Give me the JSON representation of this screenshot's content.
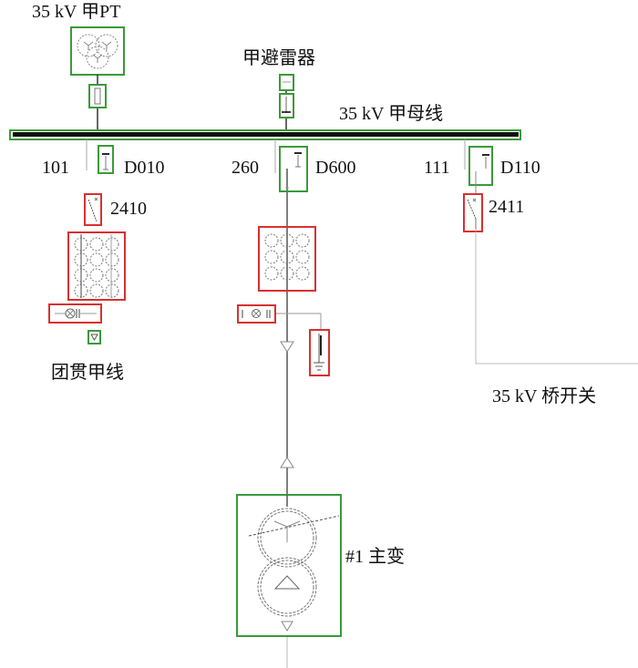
{
  "colors": {
    "in_service": "#3a9a3a",
    "out_of_service": "#d93030",
    "busbar": "#111111",
    "wire": "#555555",
    "wire_light": "#aaaaaa"
  },
  "labels": {
    "pt_title": "35 kV 甲PT",
    "arrester_title": "甲避雷器",
    "bus_title": "35 kV 甲母线",
    "bay1_breaker": "101",
    "bay1_switch": "D010",
    "bay2_breaker": "260",
    "bay2_switch": "D600",
    "bay3_breaker": "111",
    "bay3_switch": "D110",
    "bay1_disconnector": "2410",
    "bay3_disconnector": "2411",
    "feeder_name": "团贯甲线",
    "bridge_switch": "35 kV 桥开关",
    "main_transformer": "#1 主变"
  },
  "states": {
    "pt": "in_service",
    "pt_fuse": "in_service",
    "arrester": "in_service",
    "bus": "in_service",
    "D010": "in_service",
    "D600": "in_service",
    "D110": "in_service",
    "2410": "out_of_service",
    "2411": "out_of_service",
    "bay1_ct": "out_of_service",
    "bay1_meter": "out_of_service",
    "bay1_terminal": "in_service",
    "bay2_ct": "out_of_service",
    "bay2_meter": "out_of_service",
    "bay2_ground": "out_of_service",
    "transformer": "in_service"
  }
}
